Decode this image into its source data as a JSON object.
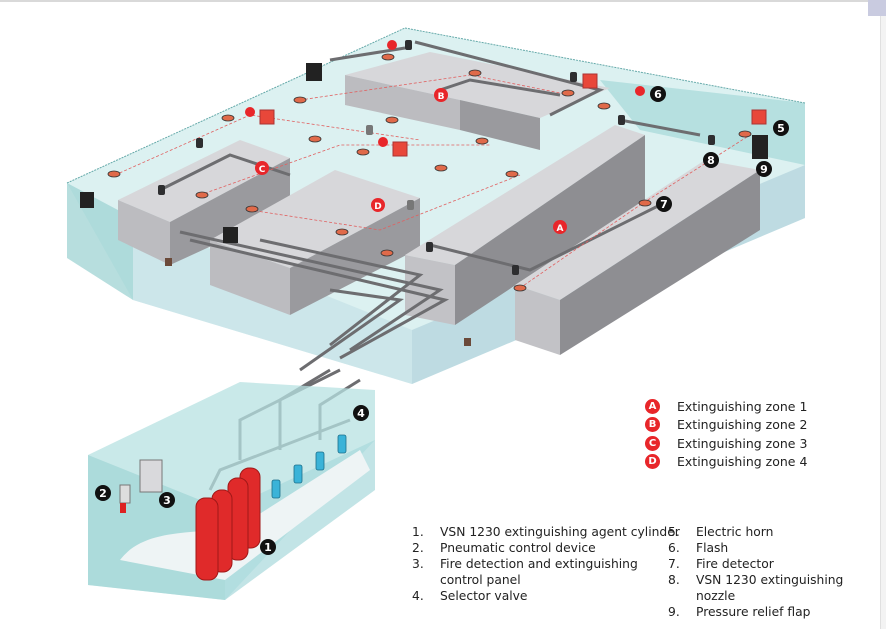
{
  "zones": [
    {
      "letter": "A",
      "label": "Extinguishing zone 1"
    },
    {
      "letter": "B",
      "label": "Extinguishing zone 2"
    },
    {
      "letter": "C",
      "label": "Extinguishing zone 3"
    },
    {
      "letter": "D",
      "label": "Extinguishing zone 4"
    }
  ],
  "components": [
    {
      "num": "1.",
      "label": "VSN 1230 extinguishing agent cylinder"
    },
    {
      "num": "2.",
      "label": "Pneumatic control device"
    },
    {
      "num": "3.",
      "label": "Fire detection and extinguishing control panel"
    },
    {
      "num": "4.",
      "label": "Selector valve"
    },
    {
      "num": "5.",
      "label": "Electric horn"
    },
    {
      "num": "6.",
      "label": "Flash"
    },
    {
      "num": "7.",
      "label": "Fire detector"
    },
    {
      "num": "8.",
      "label": "VSN 1230 extinguishing nozzle"
    },
    {
      "num": "9.",
      "label": "Pressure relief flap"
    }
  ],
  "component3_lines": [
    "Fire detection and extinguishing",
    "control panel"
  ],
  "callouts": [
    "1",
    "2",
    "3",
    "4",
    "5",
    "6",
    "7",
    "8",
    "9"
  ],
  "colors": {
    "zone_red": "#e8262a",
    "glass": "#a9dcdc",
    "cylinder": "#e02a2a",
    "valve": "#3ab3d8"
  }
}
